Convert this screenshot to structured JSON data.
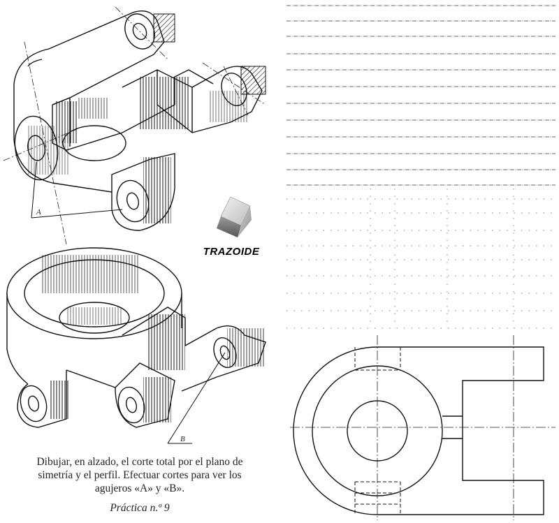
{
  "labels": {
    "hole_a": "A",
    "hole_b": "B"
  },
  "logo": {
    "text": "TRAZOIDE"
  },
  "caption": {
    "line1": "Dibujar, en alzado, el corte total por el plano de",
    "line2": "simetría y el perfil. Efectuar cortes para ver los",
    "line3": "agujeros «A» y «B»."
  },
  "practice_label": "Práctica n.º 9"
}
